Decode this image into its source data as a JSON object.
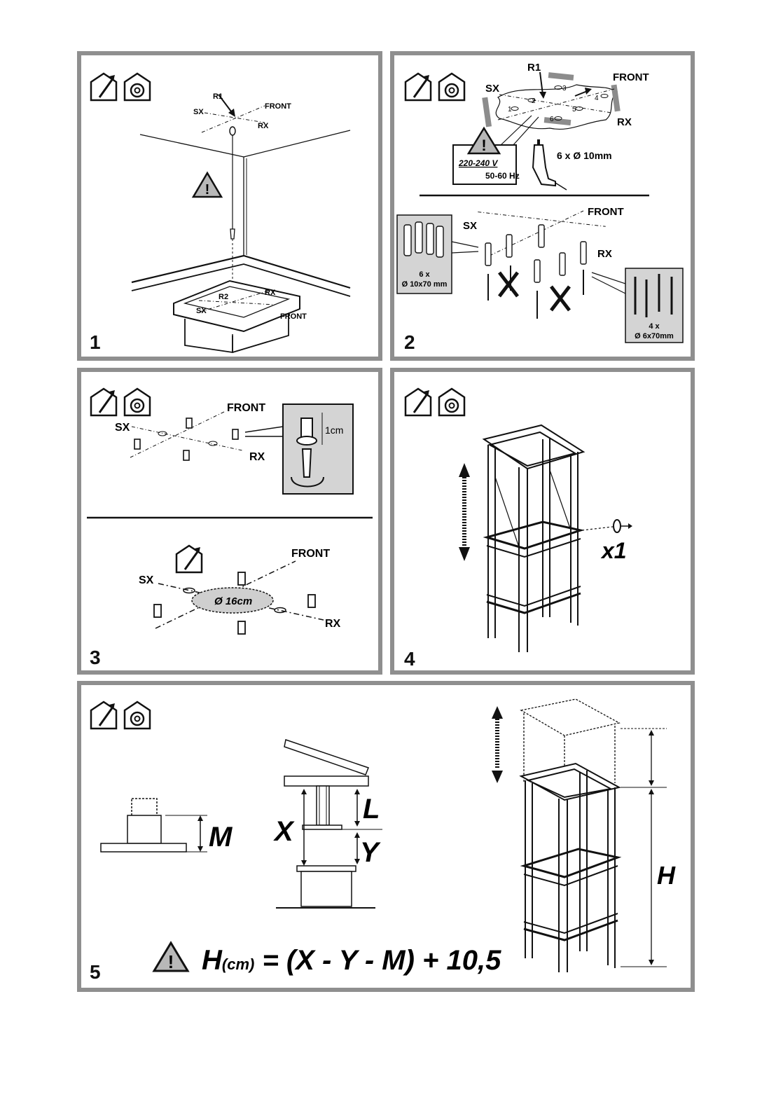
{
  "steps": [
    {
      "number": "1",
      "labels": {
        "r1": "R1",
        "sx": "SX",
        "front": "FRONT",
        "rx": "RX",
        "r2": "R2",
        "sx2": "SX",
        "rx2": "RX",
        "front2": "FRONT"
      }
    },
    {
      "number": "2",
      "labels": {
        "r1": "R1",
        "sx": "SX",
        "front": "FRONT",
        "rx": "RX",
        "holes": [
          "1",
          "2",
          "3",
          "4",
          "5",
          "6"
        ],
        "voltage": "220-240 V",
        "freq": "50-60 Hz",
        "drill": "6 x Ø 10mm",
        "sx2": "SX",
        "front2": "FRONT",
        "rx2": "RX",
        "plugs_count": "6 x",
        "plugs_size": "Ø 10x70 mm",
        "screws_count": "4 x",
        "screws_size": "Ø 6x70mm"
      }
    },
    {
      "number": "3",
      "labels": {
        "front": "FRONT",
        "sx": "SX",
        "rx": "RX",
        "gap": "1cm",
        "front2": "FRONT",
        "sx2": "SX",
        "rx2": "RX",
        "diameter": "Ø 16cm"
      }
    },
    {
      "number": "4",
      "labels": {
        "qty": "x1"
      }
    },
    {
      "number": "5",
      "labels": {
        "m": "M",
        "x": "X",
        "l": "L",
        "y": "Y",
        "h": "H",
        "formula_h": "H",
        "formula_unit": "(cm)",
        "formula_rest": " = (X - Y - M) + 10,5"
      }
    }
  ],
  "icons": [
    "exhaust-mode-icon",
    "recirculation-mode-icon",
    "warning-icon",
    "drill-icon",
    "screw-icon",
    "wall-plug-icon"
  ],
  "colors": {
    "frame": "#8f8f8f",
    "callout_fill": "#d4d4d4",
    "ink": "#111111"
  }
}
